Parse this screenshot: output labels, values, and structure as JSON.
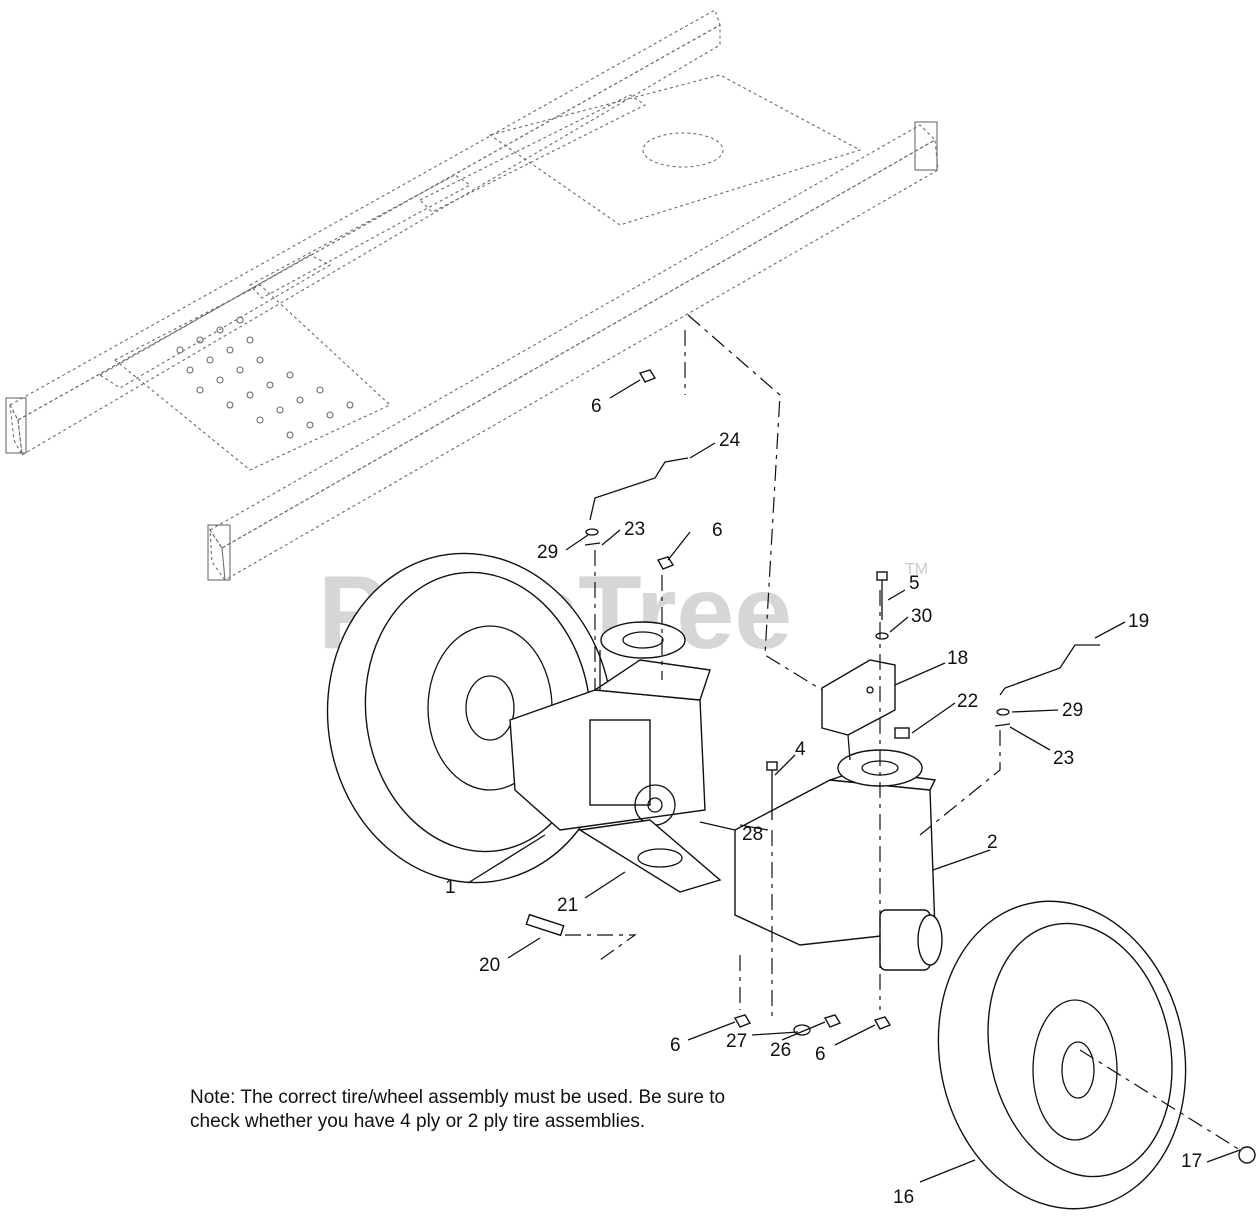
{
  "watermark": {
    "brand": "PartsTree",
    "mark": "TM"
  },
  "note": "Note: The correct tire/wheel assembly must be used. Be sure to check whether you have 4 ply or 2 ply tire assemblies.",
  "callouts": {
    "c1": "1",
    "c2": "2",
    "c4": "4",
    "c5": "5",
    "c6a": "6",
    "c6b": "6",
    "c6c": "6",
    "c6d": "6",
    "c16": "16",
    "c17": "17",
    "c18": "18",
    "c19": "19",
    "c20": "20",
    "c21": "21",
    "c22": "22",
    "c23a": "23",
    "c23b": "23",
    "c24": "24",
    "c26": "26",
    "c27": "27",
    "c28": "28",
    "c29a": "29",
    "c29b": "29",
    "c30": "30"
  }
}
